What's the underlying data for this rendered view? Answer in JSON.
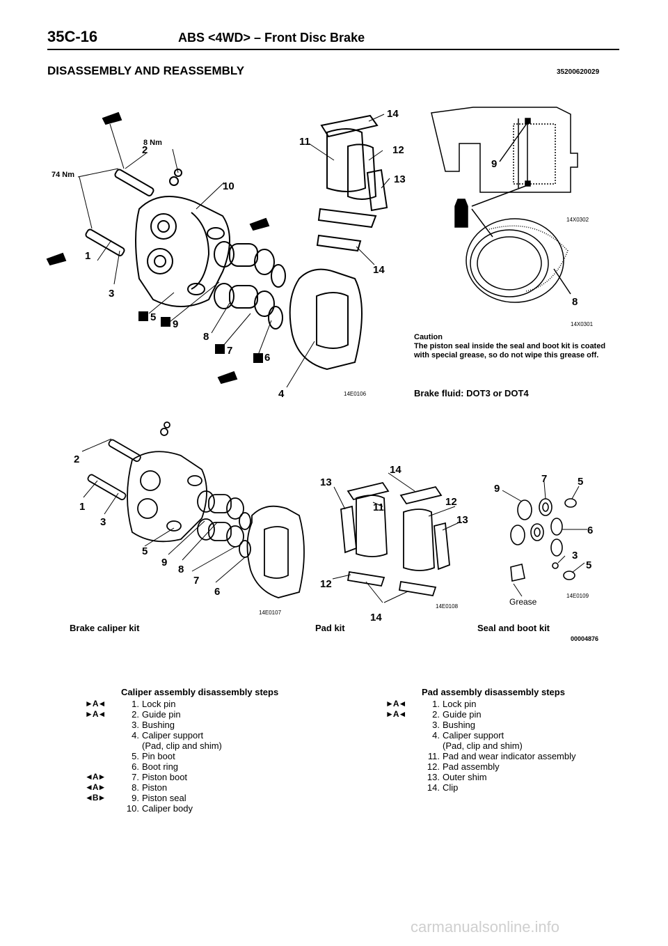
{
  "header": {
    "page_number": "35C-16",
    "title": "ABS <4WD> – Front Disc Brake"
  },
  "section": {
    "title": "DISASSEMBLY AND REASSEMBLY",
    "code": "35200620029"
  },
  "figure_top": {
    "torque_8": "8 Nm",
    "torque_74": "74 Nm",
    "callouts": [
      "2",
      "1",
      "3",
      "5",
      "9",
      "8",
      "7",
      "6",
      "4",
      "10",
      "11",
      "12",
      "13",
      "14",
      "14"
    ],
    "code": "14E0106"
  },
  "figure_piston": {
    "callouts": [
      "9",
      "8"
    ],
    "code_upper": "14X0302",
    "code_lower": "14X0301"
  },
  "caution": {
    "title": "Caution",
    "text": "The piston seal inside the seal and boot kit is coated with special grease, so do not wipe this grease off."
  },
  "brake_fluid": "Brake fluid: DOT3 or DOT4",
  "kits": {
    "caliper": {
      "caption": "Brake caliper kit",
      "code": "14E0107"
    },
    "pad": {
      "caption": "Pad kit",
      "code": "14E0108"
    },
    "seal": {
      "caption": "Seal and boot kit",
      "code": "14E0109",
      "grease_label": "Grease"
    },
    "figure_code": "00004876"
  },
  "caliper_steps": {
    "title": "Caliper assembly disassembly steps",
    "items": [
      {
        "mark": "►A◄",
        "num": "1.",
        "text": "Lock pin"
      },
      {
        "mark": "►A◄",
        "num": "2.",
        "text": "Guide pin"
      },
      {
        "mark": "",
        "num": "3.",
        "text": "Bushing"
      },
      {
        "mark": "",
        "num": "4.",
        "text": "Caliper support"
      },
      {
        "mark": "",
        "num": "",
        "text": "(Pad, clip and shim)"
      },
      {
        "mark": "",
        "num": "5.",
        "text": "Pin boot"
      },
      {
        "mark": "",
        "num": "6.",
        "text": "Boot ring"
      },
      {
        "mark": "◄A►",
        "num": "7.",
        "text": "Piston boot"
      },
      {
        "mark": "◄A►",
        "num": "8.",
        "text": "Piston"
      },
      {
        "mark": "◄B►",
        "num": "9.",
        "text": "Piston seal"
      },
      {
        "mark": "",
        "num": "10.",
        "text": "Caliper body"
      }
    ]
  },
  "pad_steps": {
    "title": "Pad assembly disassembly steps",
    "items": [
      {
        "mark": "►A◄",
        "num": "1.",
        "text": "Lock pin"
      },
      {
        "mark": "►A◄",
        "num": "2.",
        "text": "Guide pin"
      },
      {
        "mark": "",
        "num": "3.",
        "text": "Bushing"
      },
      {
        "mark": "",
        "num": "4.",
        "text": "Caliper support"
      },
      {
        "mark": "",
        "num": "",
        "text": "(Pad, clip and shim)"
      },
      {
        "mark": "",
        "num": "11.",
        "text": "Pad and wear indicator assembly"
      },
      {
        "mark": "",
        "num": "12.",
        "text": "Pad assembly"
      },
      {
        "mark": "",
        "num": "13.",
        "text": "Outer shim"
      },
      {
        "mark": "",
        "num": "14.",
        "text": "Clip"
      }
    ]
  },
  "watermark": "carmanualsonline.info"
}
